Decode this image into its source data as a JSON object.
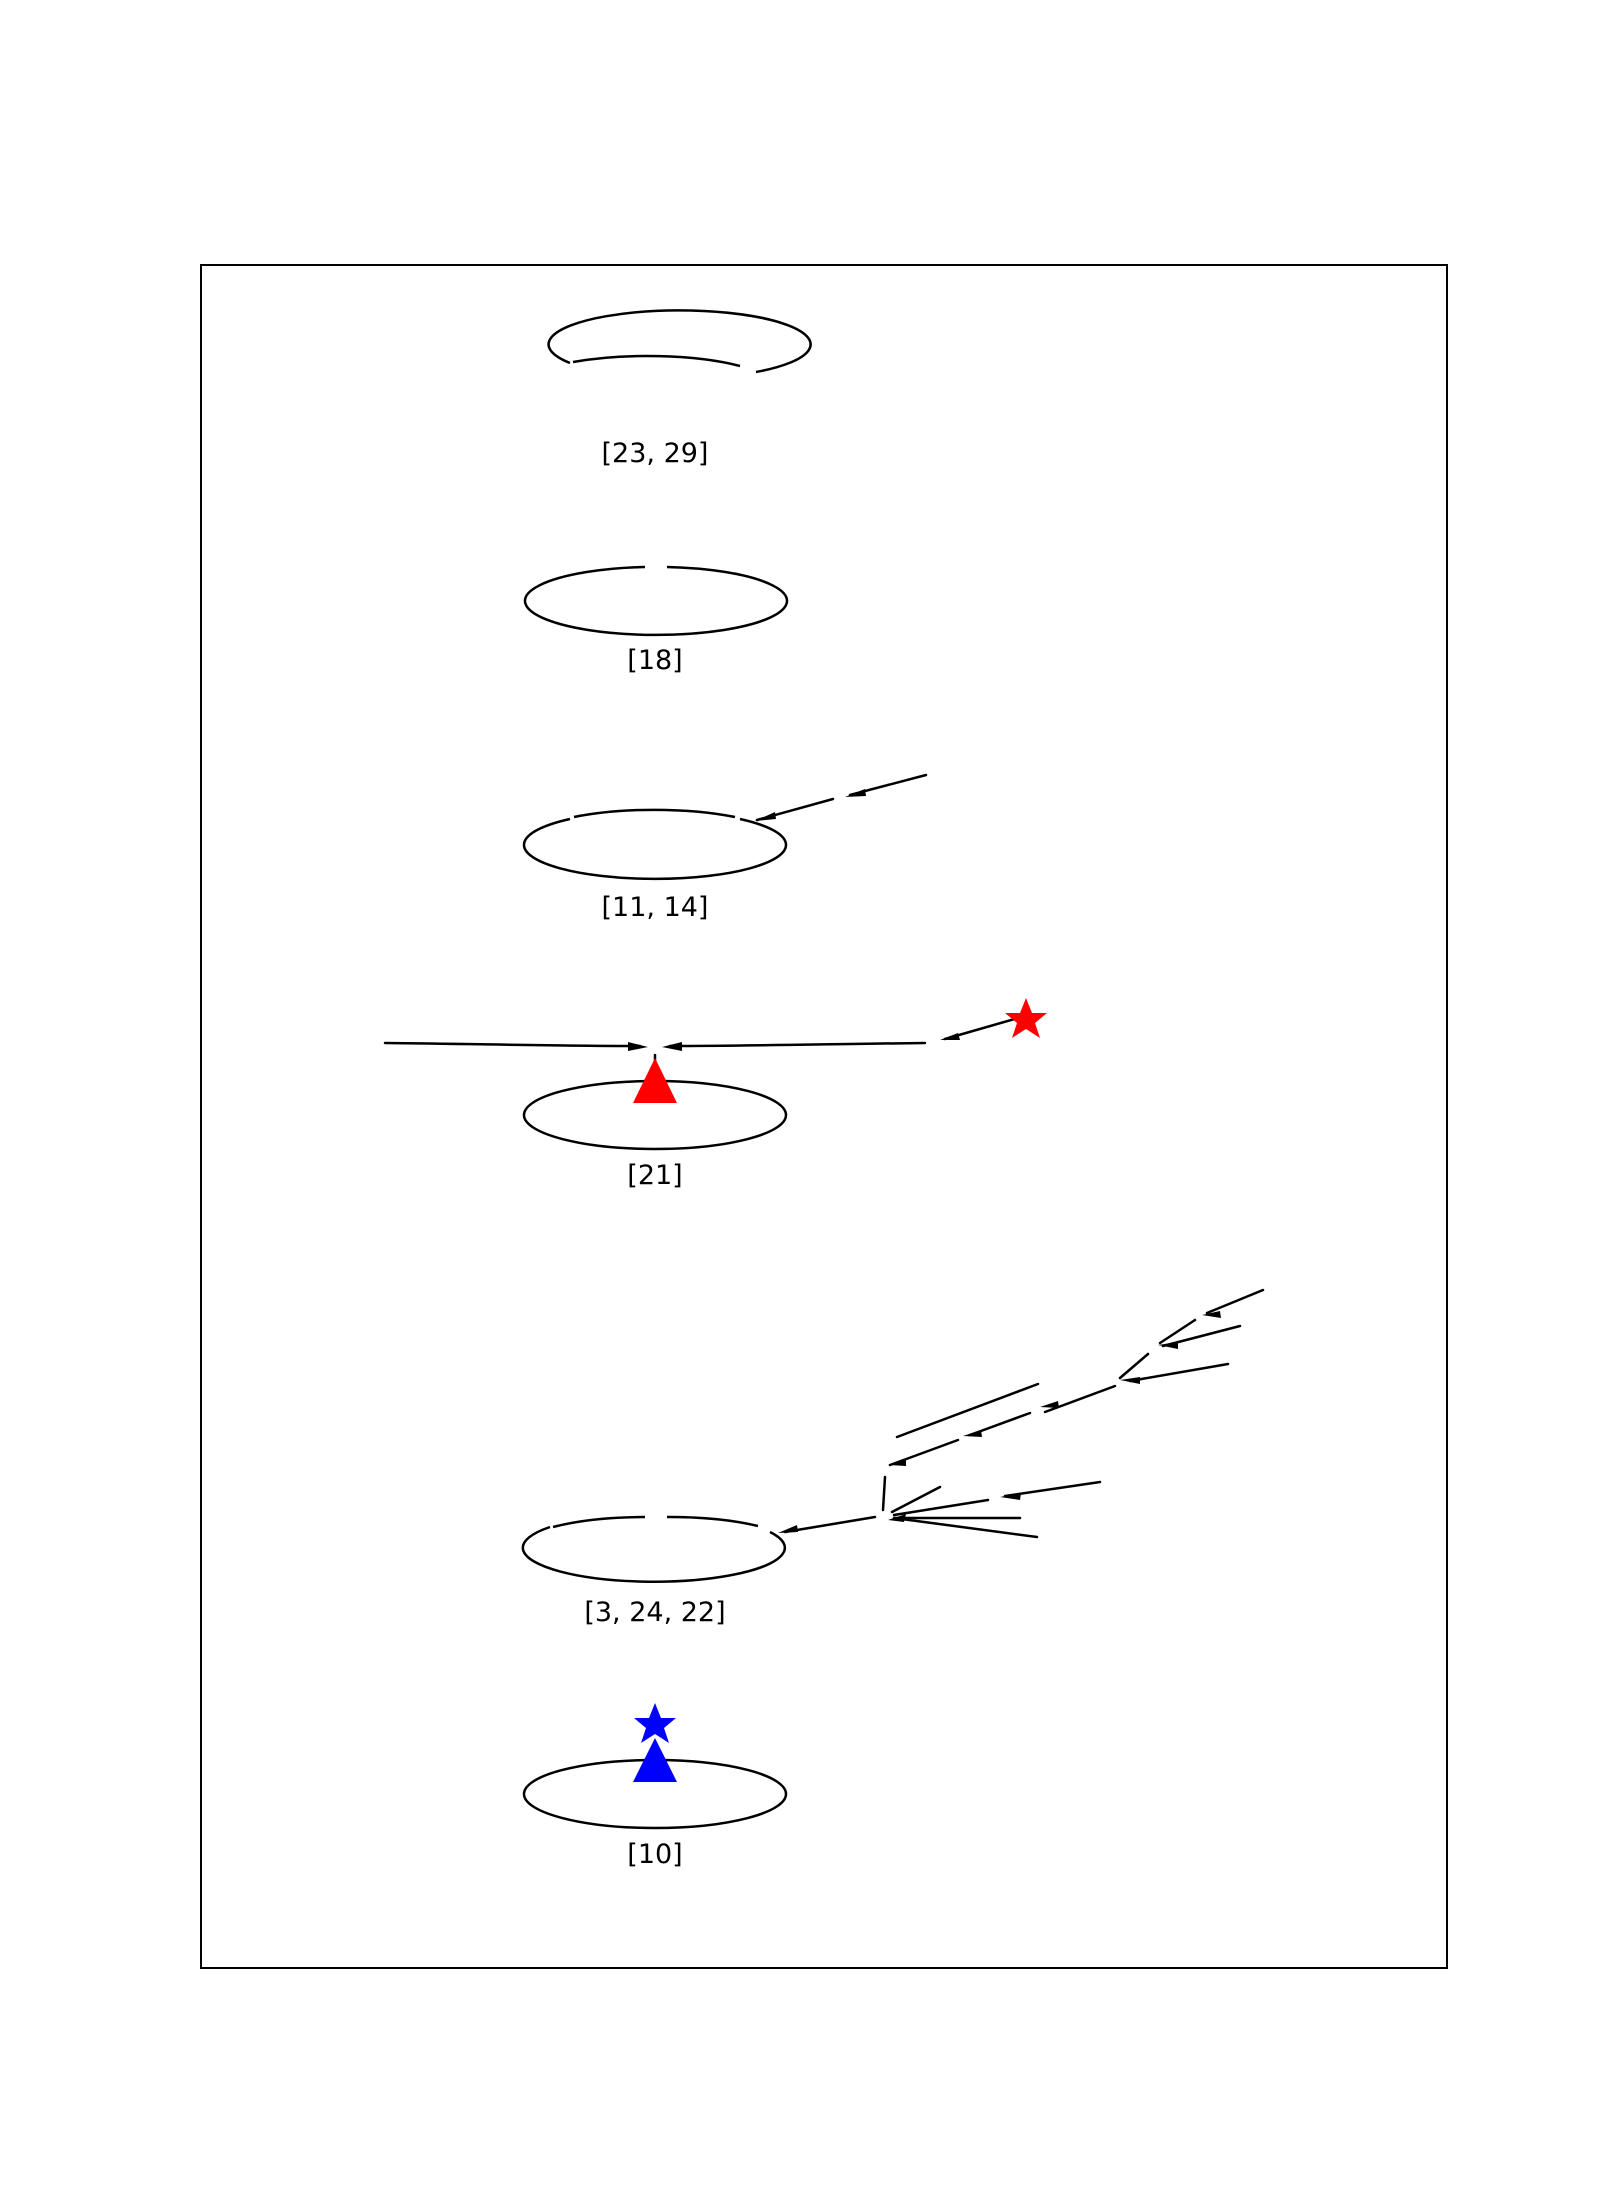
{
  "diagram": {
    "clusters": [
      {
        "id": "c1",
        "label": "[23, 29]"
      },
      {
        "id": "c2",
        "label": "[18]"
      },
      {
        "id": "c3",
        "label": "[11, 14]"
      },
      {
        "id": "c4",
        "label": "[21]"
      },
      {
        "id": "c5",
        "label": "[3, 24, 22]"
      },
      {
        "id": "c6",
        "label": "[10]"
      }
    ],
    "markers": [
      {
        "id": "red-star",
        "shape": "star",
        "color": "#ff0000",
        "attached_to": "c4"
      },
      {
        "id": "red-triangle",
        "shape": "triangle",
        "color": "#ff0000",
        "attached_to": "c4"
      },
      {
        "id": "blue-star",
        "shape": "star",
        "color": "#0000ff",
        "attached_to": "c6"
      },
      {
        "id": "blue-triangle",
        "shape": "triangle",
        "color": "#0000ff",
        "attached_to": "c6"
      }
    ],
    "colors": {
      "line": "#000000",
      "frame": "#000000",
      "background": "#ffffff"
    }
  }
}
